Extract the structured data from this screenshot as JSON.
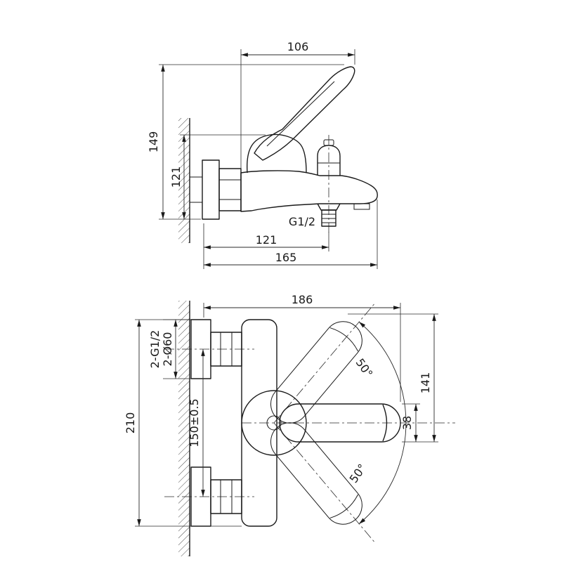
{
  "views": {
    "side": {
      "dim_lever_reach": "106",
      "dim_total_height": "149",
      "dim_body_height": "121",
      "outlet_thread_label": "G1/2",
      "dim_wall_to_outlet": "121",
      "dim_total_depth": "165"
    },
    "front": {
      "dim_total_width": "186",
      "escutcheon_label": "2-Ø60",
      "supply_thread_label": "2-G1/2",
      "dim_total_height": "210",
      "dim_supply_centers": "150±0.5",
      "angle_upper": "50°",
      "angle_lower": "50°",
      "dim_handle_width": "38",
      "dim_handle_travel": "141"
    }
  }
}
